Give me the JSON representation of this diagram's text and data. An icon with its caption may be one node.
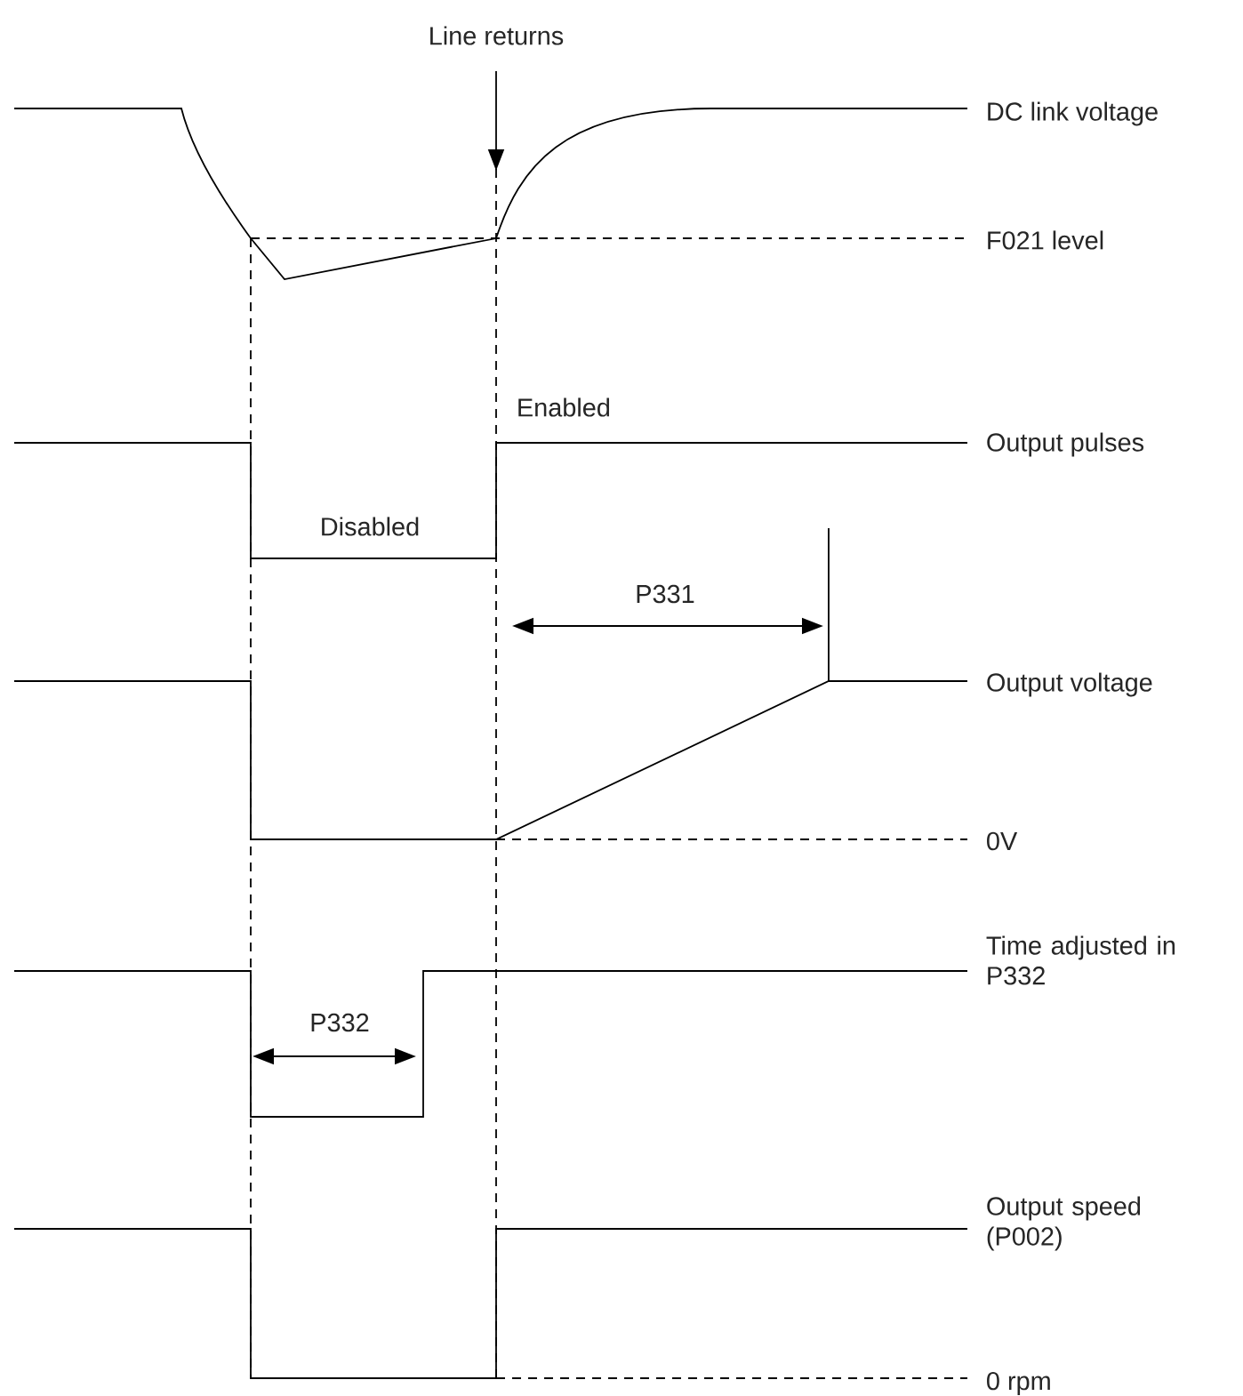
{
  "diagram": {
    "labels": [
      "Line returns",
      "DC link voltage",
      "F021 level",
      "Enabled",
      "Output pulses",
      "Disabled",
      "P331",
      "Output voltage",
      "0V",
      "Time adjusted in P332",
      "P332",
      "Output speed (P002)",
      "0 rpm"
    ]
  }
}
